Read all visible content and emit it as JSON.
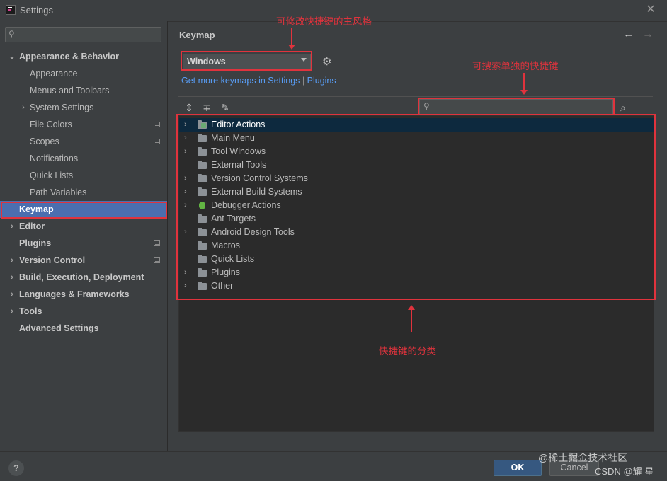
{
  "window": {
    "title": "Settings"
  },
  "sidebar": {
    "search_placeholder": "",
    "items": [
      {
        "label": "Appearance & Behavior",
        "chevron": "⌄"
      },
      {
        "label": "Appearance"
      },
      {
        "label": "Menus and Toolbars"
      },
      {
        "label": "System Settings",
        "chevron": "›"
      },
      {
        "label": "File Colors"
      },
      {
        "label": "Scopes"
      },
      {
        "label": "Notifications"
      },
      {
        "label": "Quick Lists"
      },
      {
        "label": "Path Variables"
      },
      {
        "label": "Keymap"
      },
      {
        "label": "Editor",
        "chevron": "›"
      },
      {
        "label": "Plugins"
      },
      {
        "label": "Version Control",
        "chevron": "›"
      },
      {
        "label": "Build, Execution, Deployment",
        "chevron": "›"
      },
      {
        "label": "Languages & Frameworks",
        "chevron": "›"
      },
      {
        "label": "Tools",
        "chevron": "›"
      },
      {
        "label": "Advanced Settings"
      }
    ]
  },
  "main": {
    "title": "Keymap",
    "scheme": "Windows",
    "get_more": "Get more keymaps in Settings",
    "sep": " | ",
    "plugins_link": "Plugins",
    "find_placeholder": "",
    "tree": [
      {
        "label": "Editor Actions",
        "chevron": "›"
      },
      {
        "label": "Main Menu",
        "chevron": "›"
      },
      {
        "label": "Tool Windows",
        "chevron": "›"
      },
      {
        "label": "External Tools"
      },
      {
        "label": "Version Control Systems",
        "chevron": "›"
      },
      {
        "label": "External Build Systems",
        "chevron": "›"
      },
      {
        "label": "Debugger Actions",
        "chevron": "›"
      },
      {
        "label": "Ant Targets"
      },
      {
        "label": "Android Design Tools",
        "chevron": "›"
      },
      {
        "label": "Macros"
      },
      {
        "label": "Quick Lists"
      },
      {
        "label": "Plugins",
        "chevron": "›"
      },
      {
        "label": "Other",
        "chevron": "›"
      }
    ]
  },
  "footer": {
    "help": "?",
    "ok": "OK",
    "cancel": "Cancel"
  },
  "annotations": {
    "scheme_note": "可修改快捷键的主风格",
    "search_note": "可搜索单独的快捷键",
    "category_note": "快捷键的分类"
  },
  "watermark": {
    "line1": "@稀土掘金技术社区",
    "line2": "CSDN @耀 星"
  },
  "colors": {
    "accent": "#4b6eaf",
    "annotation": "#e0333d",
    "link": "#589df6",
    "ok_button": "#365880"
  }
}
